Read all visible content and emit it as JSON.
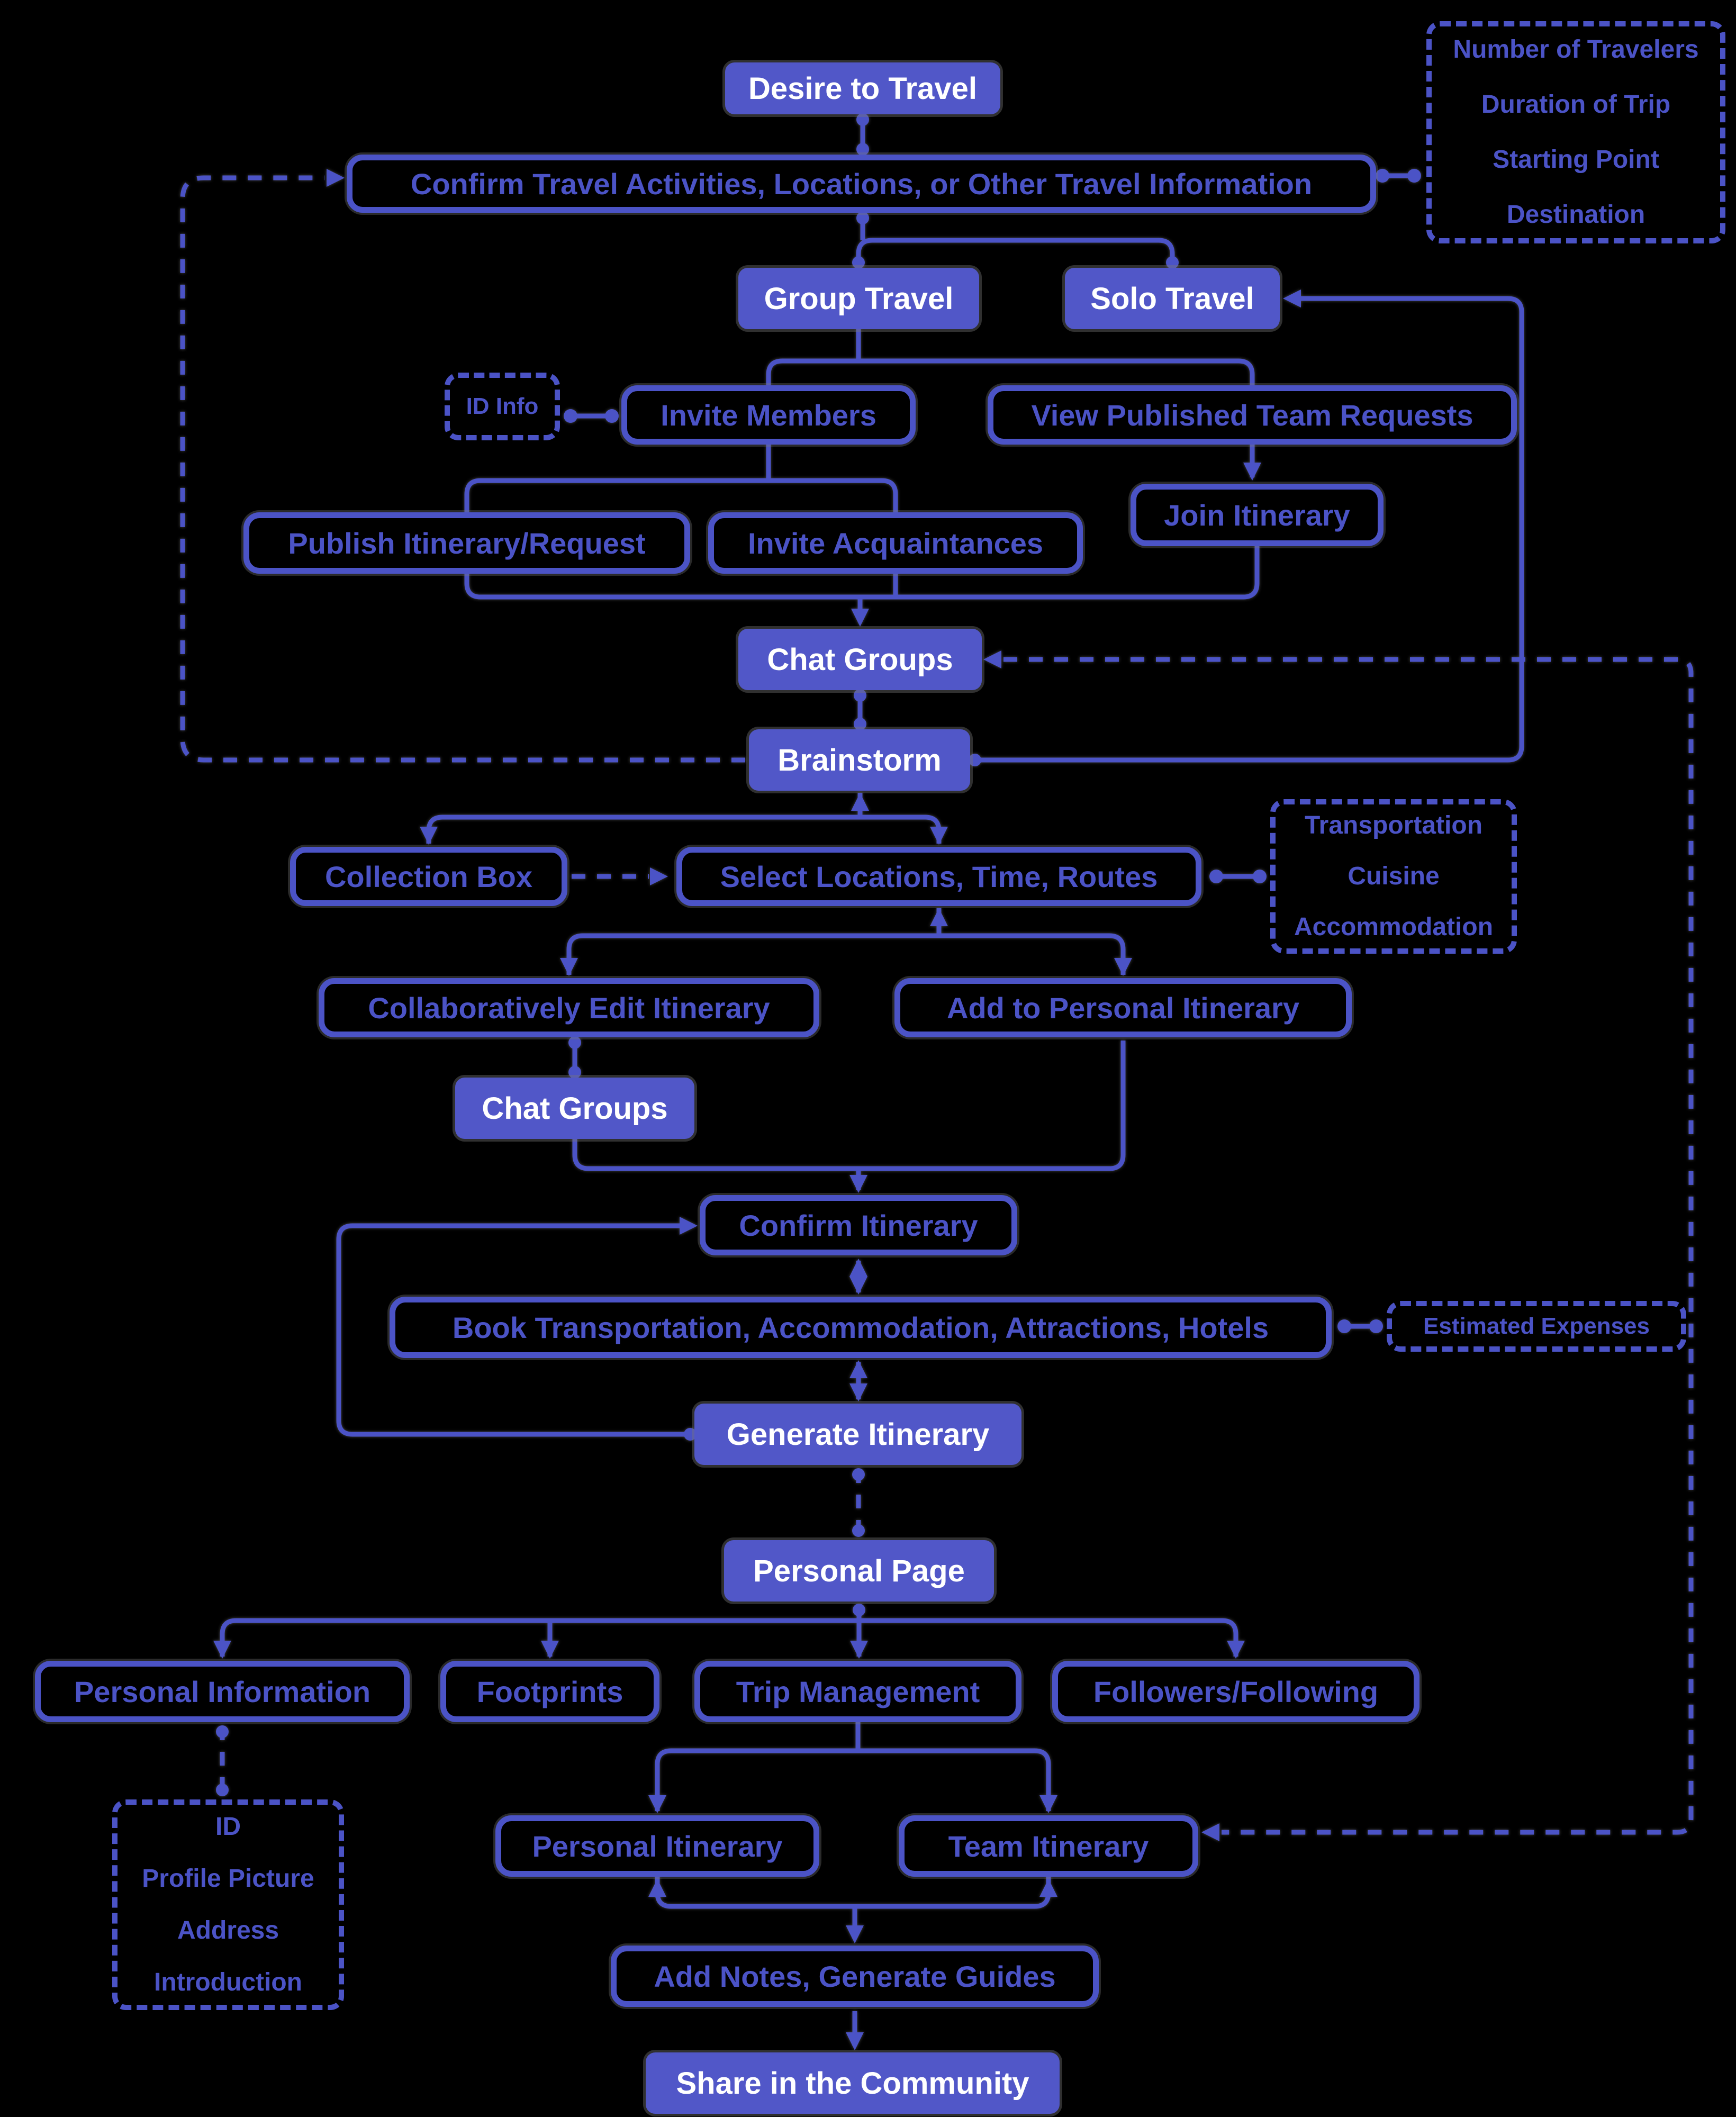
{
  "colors": {
    "background": "#000000",
    "node_fill": "#5157c8",
    "node_fill_text": "#ffffff",
    "outline": "#4b53c6",
    "edge": "#4b53c6"
  },
  "nodes": {
    "desire": {
      "label": "Desire to Travel"
    },
    "confirm_travel": {
      "label": "Confirm Travel Activities, Locations, or Other Travel Information"
    },
    "trip_info": {
      "lines": [
        "Number of Travelers",
        "Duration of Trip",
        "Starting Point",
        "Destination"
      ]
    },
    "group": {
      "label": "Group Travel"
    },
    "solo": {
      "label": "Solo Travel"
    },
    "id_info": {
      "label": "ID Info"
    },
    "invite_members": {
      "label": "Invite Members"
    },
    "view_published": {
      "label": "View Published Team Requests"
    },
    "publish": {
      "label": "Publish Itinerary/Request"
    },
    "invite_acquaintances": {
      "label": "Invite Acquaintances"
    },
    "join": {
      "label": "Join Itinerary"
    },
    "chat_groups_1": {
      "label": "Chat Groups"
    },
    "brainstorm": {
      "label": "Brainstorm"
    },
    "collection_box": {
      "label": "Collection Box"
    },
    "select_locations": {
      "label": "Select Locations, Time, Routes"
    },
    "preferences": {
      "lines": [
        "Transportation",
        "Cuisine",
        "Accommodation"
      ]
    },
    "collab_edit": {
      "label": "Collaboratively Edit Itinerary"
    },
    "add_personal": {
      "label": "Add to Personal Itinerary"
    },
    "chat_groups_2": {
      "label": "Chat Groups"
    },
    "confirm_itinerary": {
      "label": "Confirm Itinerary"
    },
    "book": {
      "label": "Book Transportation, Accommodation, Attractions, Hotels"
    },
    "estimated_expenses": {
      "label": "Estimated Expenses"
    },
    "generate": {
      "label": "Generate Itinerary"
    },
    "personal_page": {
      "label": "Personal Page"
    },
    "personal_info": {
      "label": "Personal Information"
    },
    "footprints": {
      "label": "Footprints"
    },
    "trip_management": {
      "label": "Trip Management"
    },
    "followers": {
      "label": "Followers/Following"
    },
    "profile_details": {
      "lines": [
        "ID",
        "Profile Picture",
        "Address",
        "Introduction"
      ]
    },
    "personal_itinerary": {
      "label": "Personal Itinerary"
    },
    "team_itinerary": {
      "label": "Team Itinerary"
    },
    "add_notes": {
      "label": "Add Notes, Generate Guides"
    },
    "share": {
      "label": "Share in the Community"
    }
  }
}
